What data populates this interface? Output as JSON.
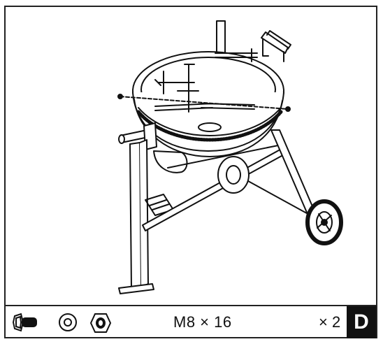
{
  "hardware": {
    "spec": "M8 × 16",
    "quantity": "× 2",
    "step_letter": "D",
    "icons": [
      "bolt-icon",
      "washer-icon",
      "nut-icon"
    ]
  },
  "colors": {
    "ink": "#111111",
    "badge_bg": "#111111",
    "badge_text": "#ffffff"
  }
}
